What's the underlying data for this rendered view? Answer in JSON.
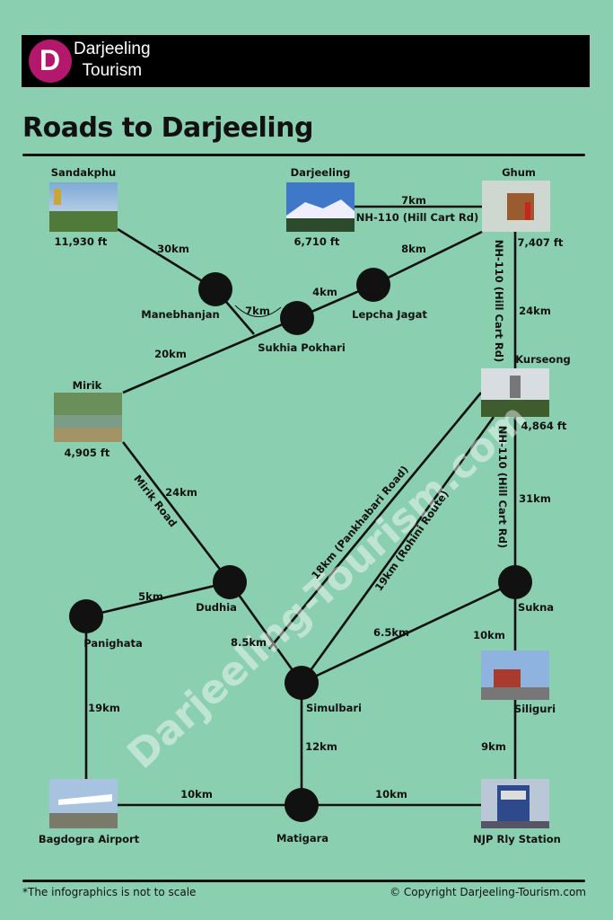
{
  "header": {
    "logo_letter": "D",
    "brand_line1": "Darjeeling",
    "brand_line2": "Tourism",
    "title": "Roads to Darjeeling"
  },
  "watermark": "Darjeeling-Tourism.com",
  "places": {
    "sandakphu": {
      "name": "Sandakphu",
      "alt": "11,930 ft"
    },
    "darjeeling": {
      "name": "Darjeeling",
      "alt": "6,710 ft"
    },
    "ghum": {
      "name": "Ghum",
      "alt": "7,407 ft"
    },
    "mirik": {
      "name": "Mirik",
      "alt": "4,905 ft"
    },
    "kurseong": {
      "name": "Kurseong",
      "alt": "4,864 ft"
    },
    "manebhanjan": {
      "name": "Manebhanjan"
    },
    "sukhia": {
      "name": "Sukhia Pokhari"
    },
    "lepcha": {
      "name": "Lepcha Jagat"
    },
    "dudhia": {
      "name": "Dudhia"
    },
    "panighata": {
      "name": "Panighata"
    },
    "simulbari": {
      "name": "Simulbari"
    },
    "sukna": {
      "name": "Sukna"
    },
    "siliguri": {
      "name": "Siliguri"
    },
    "matigara": {
      "name": "Matigara"
    },
    "bagdogra": {
      "name": "Bagdogra Airport"
    },
    "njp": {
      "name": "NJP Rly Station"
    }
  },
  "distances": {
    "sandakphu_manebhanjan": "30km",
    "manebhanjan_sukhia": "7km",
    "sukhia_lepcha": "4km",
    "lepcha_ghum": "8km",
    "darjeeling_ghum": "7km",
    "darjeeling_ghum_road": "NH-110 (Hill Cart Rd)",
    "mirik_sukhia": "20km",
    "ghum_kurseong": "24km",
    "ghum_kurseong_road": "NH-110 (Hill Cart Rd)",
    "kurseong_sukna": "31km",
    "kurseong_sukna_road": "NH-110 (Hill Cart Rd)",
    "mirik_dudhia": "24km",
    "mirik_dudhia_road": "Mirik Road",
    "pankhabari": "18km (Pankhabari Road)",
    "rohini": "19km (Rohini Route)",
    "panighata_dudhia": "5km",
    "dudhia_simulbari": "8.5km",
    "simulbari_sukna": "6.5km",
    "sukna_siliguri": "10km",
    "panighata_bagdogra": "19km",
    "simulbari_matigara": "12km",
    "siliguri_njp": "9km",
    "bagdogra_matigara": "10km",
    "matigara_njp": "10km"
  },
  "footer": {
    "note": "*The infographics is not to scale",
    "copyright": "© Copyright Darjeeling-Tourism.com"
  }
}
